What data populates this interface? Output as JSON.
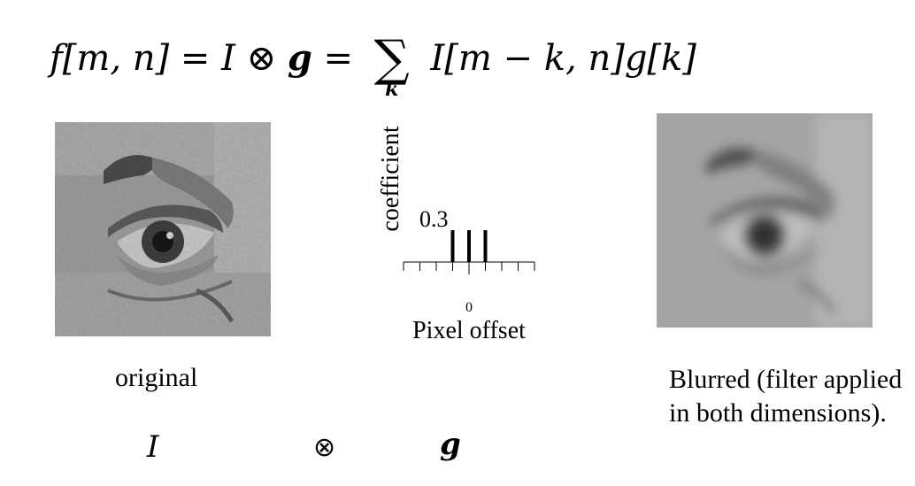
{
  "equation": {
    "lhs": "f[m, n]",
    "eq1": "=",
    "I": "I",
    "otimes": "⊗",
    "g": "g",
    "eq2": "=",
    "sum": "∑",
    "sum_index": "k",
    "rhs": "I[m − k, n]g[k]"
  },
  "captions": {
    "original": "original",
    "blurred": "Blurred (filter applied in both dimensions)."
  },
  "symbols": {
    "image": "I",
    "operator": "⊗",
    "filter": "g"
  },
  "images": {
    "original_desc_icon": "eye-photo-sharp",
    "blurred_desc_icon": "eye-photo-blurred"
  },
  "chart_data": {
    "type": "bar",
    "x": [
      -1,
      0,
      1
    ],
    "values": [
      0.3,
      0.3,
      0.3
    ],
    "xlim": [
      -4,
      4
    ],
    "xlabel": "Pixel offset",
    "ylabel": "coefficient",
    "x_tick_label": "0",
    "y_annotation": "0.3",
    "grid": false
  }
}
